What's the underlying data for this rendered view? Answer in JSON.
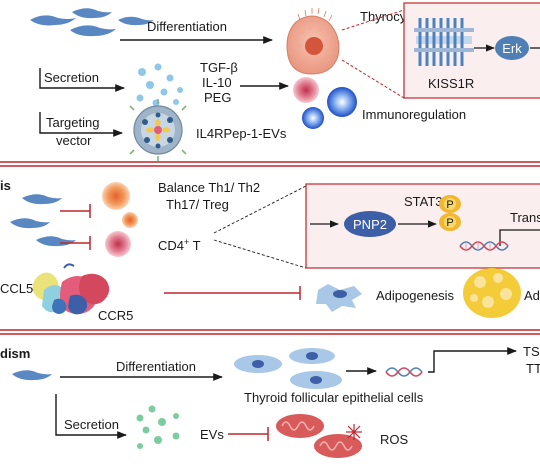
{
  "panel1": {
    "differentiation": "Differentiation",
    "thyrocyte": "Thyrocyte",
    "secretion": "Secretion",
    "factors": [
      "TGF-β",
      "IL-10",
      "PEG"
    ],
    "targeting_line1": "Targeting",
    "targeting_line2": "vector",
    "ev_label": "IL4RPep-1-EVs",
    "immunoregulation": "Immunoregulation",
    "erk": "Erk",
    "receptor": "KISS1R"
  },
  "panel2": {
    "title_fragment": "is",
    "balance_line1": "Balance Th1/ Th2",
    "balance_line2": "Th17/ Treg",
    "cd4": "CD4",
    "cd4_sup": "+",
    "cd4_suffix": " T",
    "pnp2": "PNP2",
    "stat3": "STAT3",
    "p_label": "P",
    "trans_fragment": "Trans",
    "ccl5": "CCL5",
    "ccr5": "CCR5",
    "adipogenesis": "Adipogenesis",
    "ad_fragment": "Ad"
  },
  "panel3": {
    "title_fragment": "dism",
    "differentiation": "Differentiation",
    "cells_label": "Thyroid follicular epithelial cells",
    "ts_fragment": "TS",
    "tt_fragment": "TT",
    "secretion": "Secretion",
    "evs": "EVs",
    "ros": "ROS"
  },
  "colors": {
    "panel_border": "#c0262d",
    "inhibit": "#c0262d",
    "arrow": "#1a1a1a",
    "msc": "#3d73b8",
    "erk": "#4f7fb5",
    "pnp2": "#3d5fa8",
    "stat3_p": "#f2b731",
    "ev_dots": "#8ec7e8",
    "ros_cell": "#d95a5a",
    "adipocyte": "#f4cc3a",
    "orange_cell": "#ee7e3c",
    "pink_cell": "#d4485e"
  }
}
